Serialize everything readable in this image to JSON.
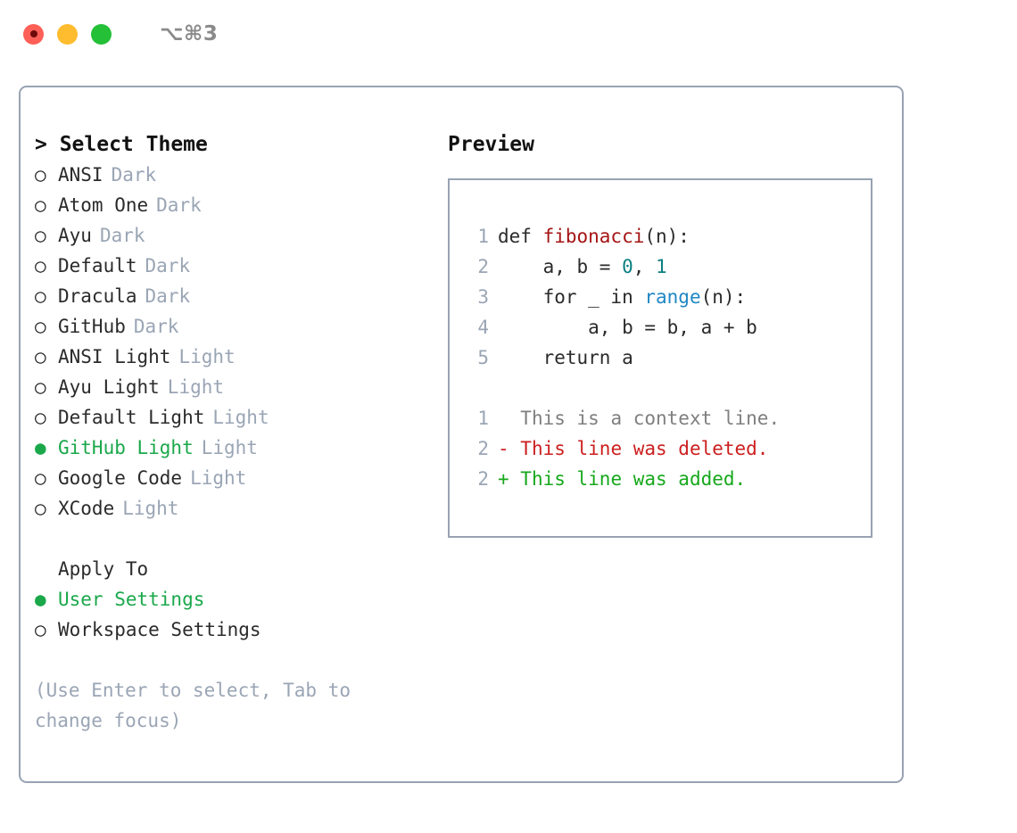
{
  "window": {
    "title": "⌥⌘3",
    "controls": [
      "close",
      "minimize",
      "maximize"
    ]
  },
  "theme_picker": {
    "heading": "> Select Theme",
    "bullet_off": "○",
    "bullet_on": "●",
    "items": [
      {
        "label": "ANSI",
        "tag": "Dark",
        "selected": false
      },
      {
        "label": "Atom One",
        "tag": "Dark",
        "selected": false
      },
      {
        "label": "Ayu",
        "tag": "Dark",
        "selected": false
      },
      {
        "label": "Default",
        "tag": "Dark",
        "selected": false
      },
      {
        "label": "Dracula",
        "tag": "Dark",
        "selected": false
      },
      {
        "label": "GitHub",
        "tag": "Dark",
        "selected": false
      },
      {
        "label": "ANSI Light",
        "tag": "Light",
        "selected": false
      },
      {
        "label": "Ayu Light",
        "tag": "Light",
        "selected": false
      },
      {
        "label": "Default Light",
        "tag": "Light",
        "selected": false
      },
      {
        "label": "GitHub Light",
        "tag": "Light",
        "selected": true
      },
      {
        "label": "Google Code",
        "tag": "Light",
        "selected": false
      },
      {
        "label": "XCode",
        "tag": "Light",
        "selected": false
      }
    ]
  },
  "apply_to": {
    "heading": "Apply To",
    "items": [
      {
        "label": "User Settings",
        "selected": true
      },
      {
        "label": "Workspace Settings",
        "selected": false
      }
    ]
  },
  "hint": "(Use Enter to select, Tab to change focus)",
  "preview": {
    "title": "Preview",
    "code_lines": [
      {
        "no": "1",
        "segments": [
          {
            "text": "def ",
            "tok": "plain"
          },
          {
            "text": "fibonacci",
            "tok": "fn"
          },
          {
            "text": "(n):",
            "tok": "plain"
          }
        ]
      },
      {
        "no": "2",
        "segments": [
          {
            "text": "    a, b = ",
            "tok": "plain"
          },
          {
            "text": "0",
            "tok": "num"
          },
          {
            "text": ", ",
            "tok": "plain"
          },
          {
            "text": "1",
            "tok": "num"
          }
        ]
      },
      {
        "no": "3",
        "segments": [
          {
            "text": "    for _ in ",
            "tok": "plain"
          },
          {
            "text": "range",
            "tok": "bif"
          },
          {
            "text": "(n):",
            "tok": "plain"
          }
        ]
      },
      {
        "no": "4",
        "segments": [
          {
            "text": "        a, b = b, a + b",
            "tok": "plain"
          }
        ]
      },
      {
        "no": "5",
        "segments": [
          {
            "text": "    return a",
            "tok": "plain"
          }
        ]
      }
    ],
    "diff_lines": [
      {
        "no": "1",
        "marker": "  ",
        "text": "This is a context line.",
        "kind": "context"
      },
      {
        "no": "2",
        "marker": "- ",
        "text": "This line was deleted.",
        "kind": "deleted"
      },
      {
        "no": "2",
        "marker": "+ ",
        "text": "This line was added.",
        "kind": "added"
      }
    ]
  },
  "colors": {
    "accent_green": "#1aa84a",
    "muted_gray": "#9aa5b5",
    "border": "#98a2b3",
    "fn_red": "#a51414",
    "num_teal": "#0c7f7f",
    "builtin_blue": "#1f87c4",
    "diff_delete": "#cc1f1f",
    "diff_add": "#16a81c",
    "diff_context": "#7f7f7f"
  }
}
